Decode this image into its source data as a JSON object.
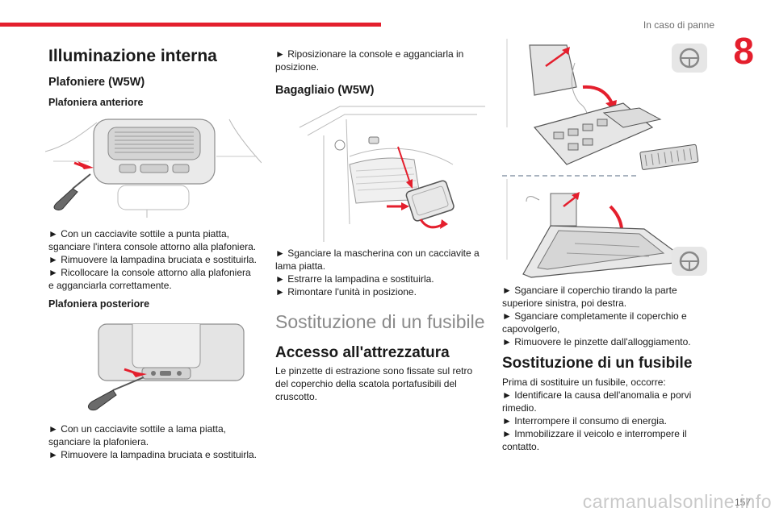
{
  "header": {
    "section": "In caso di panne",
    "chapter": "8"
  },
  "col1": {
    "title": "Illuminazione interna",
    "sub1": "Plafoniere (W5W)",
    "sub2": "Plafoniera anteriore",
    "steps_front": [
      "► Con un cacciavite sottile a punta piatta,",
      "sganciare l'intera console attorno alla plafoniera.",
      "► Rimuovere la lampadina bruciata e sostituirla.",
      "► Ricollocare la console attorno alla plafoniera",
      "e agganciarla correttamente."
    ],
    "sub3": "Plafoniera posteriore",
    "steps_rear": [
      "► Con un cacciavite sottile a lama piatta,",
      "sganciare la plafoniera.",
      "► Rimuovere la lampadina bruciata e sostituirla."
    ]
  },
  "col2": {
    "steps_top": [
      "► Riposizionare la console e agganciarla in",
      "posizione."
    ],
    "sub_boot": "Bagagliaio (W5W)",
    "steps_boot": [
      "► Sganciare la mascherina con un cacciavite a",
      "lama piatta.",
      "► Estrarre la lampadina e sostituirla.",
      "► Rimontare l'unità in posizione."
    ],
    "title_fuse": "Sostituzione di un fusibile",
    "sub_access": "Accesso all'attrezzatura",
    "text_access": [
      "Le pinzette di estrazione sono fissate sul retro",
      "del coperchio della scatola portafusibili del",
      "cruscotto."
    ]
  },
  "col3": {
    "steps_cover": [
      "► Sganciare il coperchio tirando la parte",
      "superiore sinistra, poi destra.",
      "► Sganciare completamente il coperchio e",
      "capovolgerlo,",
      "► Rimuovere le pinzette dall'alloggiamento."
    ],
    "title": "Sostituzione di un fusibile",
    "intro": "Prima di sostituire un fusibile, occorre:",
    "steps": [
      "► Identificare la causa dell'anomalia e porvi",
      "rimedio.",
      "► Interrompere il consumo di energia.",
      "► Immobilizzare il veicolo e interrompere il",
      "contatto."
    ]
  },
  "footer": {
    "page": "157",
    "watermark": "carmanualsonline.info"
  },
  "colors": {
    "accent": "#e41f2d",
    "arrow": "#e41f2d",
    "muted": "#8a8a8a"
  },
  "icons": [
    "screwdriver-icon",
    "steering-wheel-lhd-icon",
    "steering-wheel-rhd-icon"
  ]
}
